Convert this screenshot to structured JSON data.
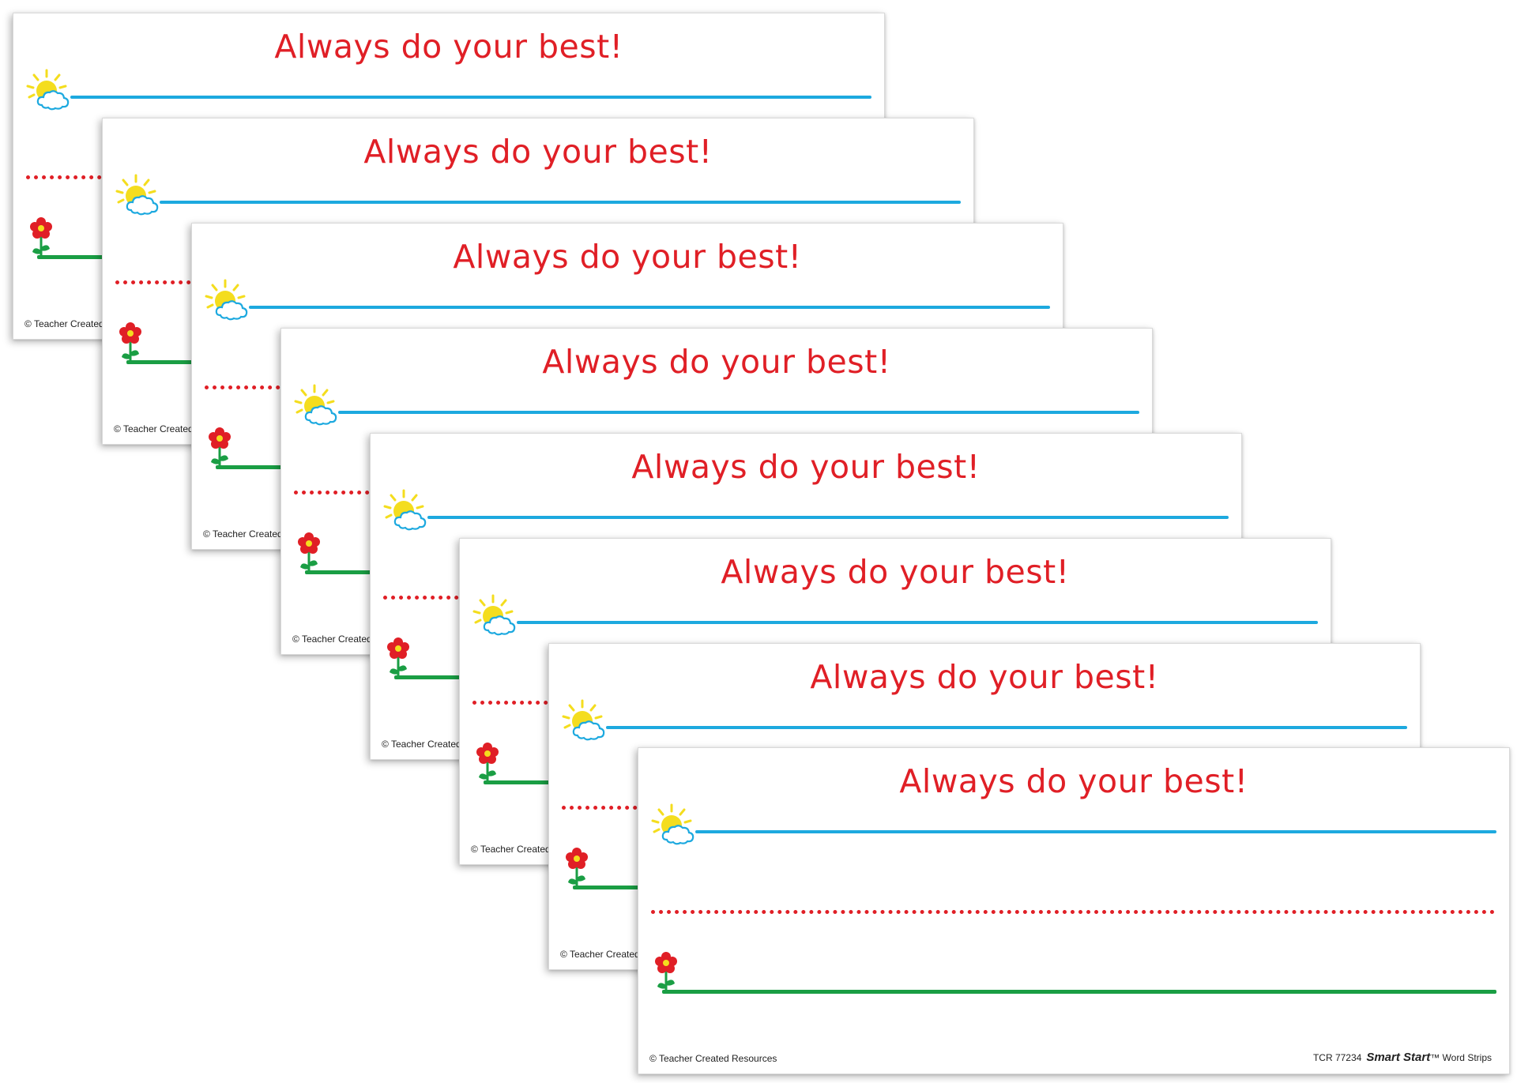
{
  "strips": [
    {
      "title": "Always do your best!",
      "copyright": "© Teacher Created Resources"
    },
    {
      "title": "Always do your best!",
      "copyright": "© Teacher Created Resources"
    },
    {
      "title": "Always do your best!",
      "copyright": "© Teacher Created Resources"
    },
    {
      "title": "Always do your best!",
      "copyright": "© Teacher Created Resources"
    },
    {
      "title": "Always do your best!",
      "copyright": "© Teacher Created Resources"
    },
    {
      "title": "Always do your best!",
      "copyright": "© Teacher Created Resources"
    },
    {
      "title": "Always do your best!",
      "copyright": "© Teacher Created Resources"
    },
    {
      "title": "Always do your best!",
      "copyright": "© Teacher Created Resources"
    }
  ],
  "product": {
    "code": "TCR 77234",
    "brand": "Smart Start",
    "trademark": "™",
    "name": "Word Strips"
  },
  "colors": {
    "title_red": "#e01f26",
    "top_line_blue": "#1da9df",
    "middle_dotted_red": "#e01f26",
    "bottom_line_green": "#1a9e44",
    "sun_yellow": "#f4dd1e",
    "cloud_blue": "#1da9df",
    "flower_red": "#e01f26"
  },
  "icons": {
    "sun": "sun-with-cloud-icon",
    "flower": "flower-icon"
  }
}
